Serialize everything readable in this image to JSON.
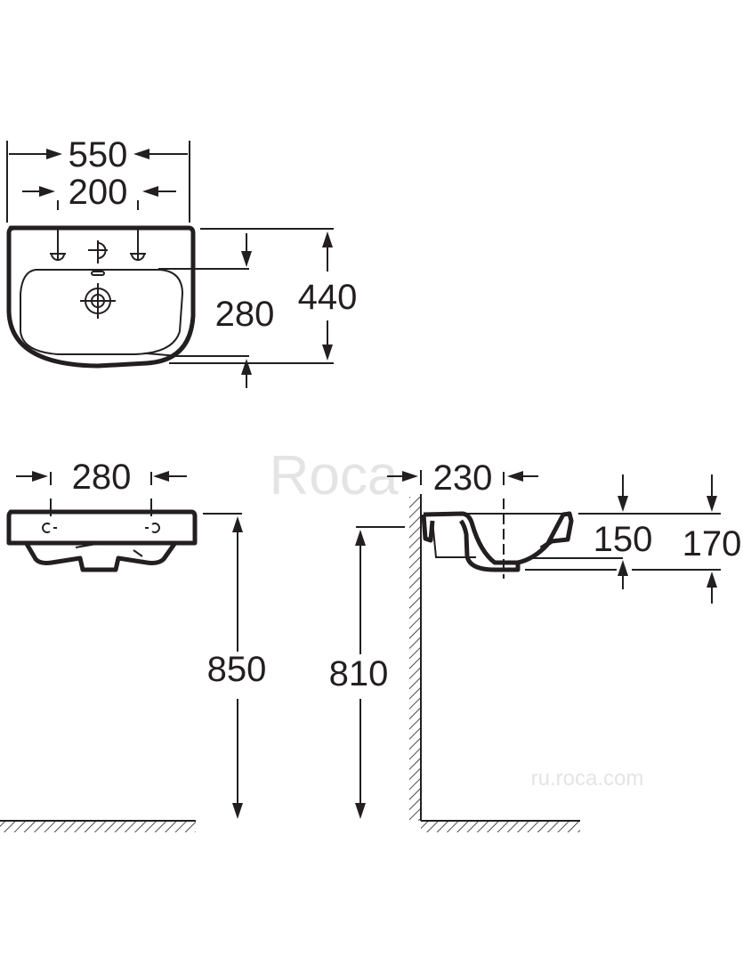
{
  "drawing": {
    "top_view": {
      "width_overall": "550",
      "tap_spacing": "200",
      "bowl_depth": "280",
      "depth_overall": "440"
    },
    "front_view": {
      "tap_spacing": "280",
      "mounting_height": "850"
    },
    "side_view": {
      "projection": "230",
      "bracket_height": "810",
      "bowl_height": "150",
      "overall_height": "170"
    },
    "watermarks": {
      "logo": "Roca",
      "site": "ru.roca.com"
    },
    "colors": {
      "ink": "#231f20",
      "watermark": "#e4e4e4"
    }
  }
}
